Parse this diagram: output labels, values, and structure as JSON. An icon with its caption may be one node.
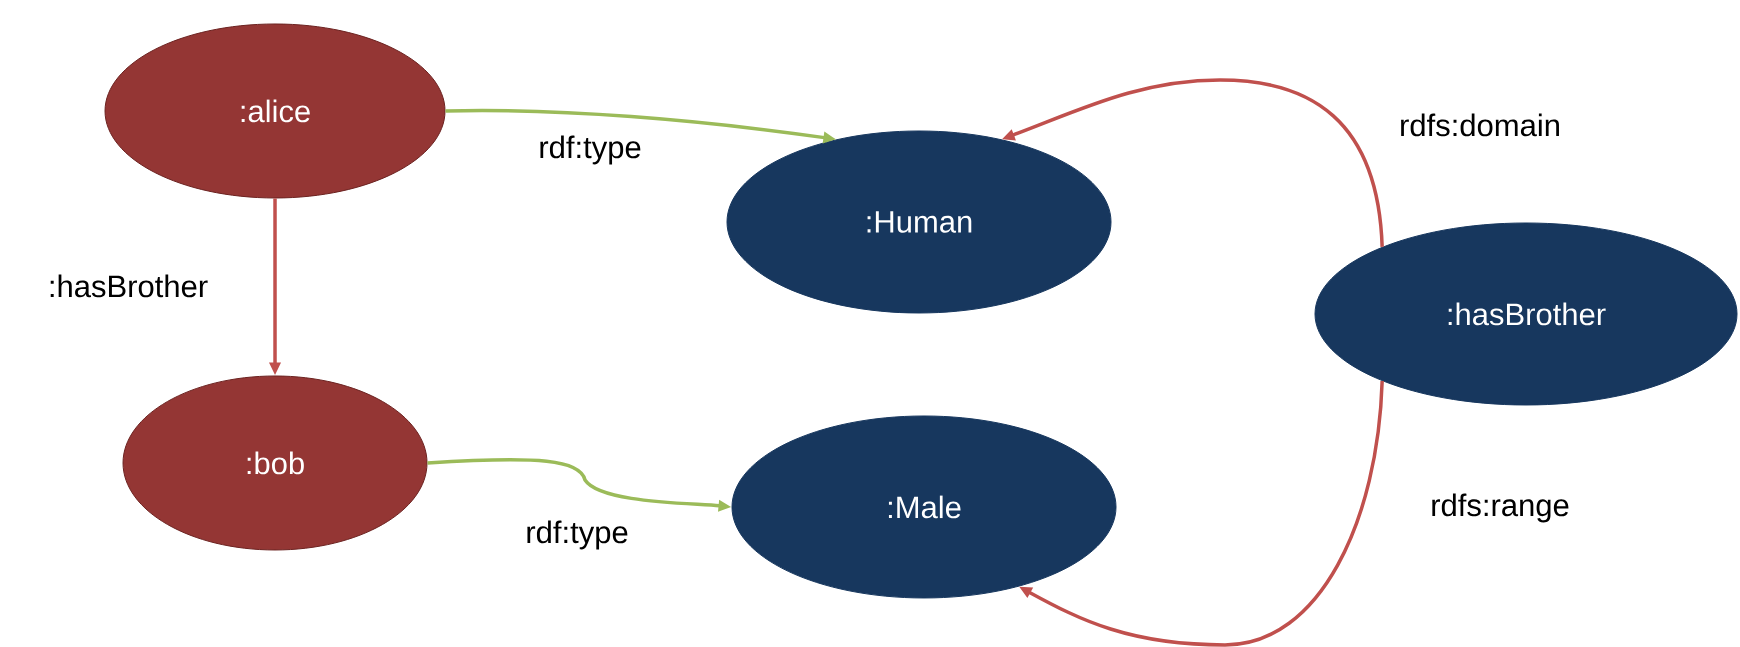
{
  "diagram": {
    "nodes": [
      {
        "text": [
          ":alice"
        ]
      },
      {
        "text": [
          ":Human"
        ]
      },
      {
        "text": [
          ":hasBrother"
        ]
      },
      {
        "text": [
          ":bob"
        ]
      },
      {
        "text": [
          ":Male"
        ]
      }
    ],
    "edges": [
      {
        "from": 0,
        "to": 1,
        "arrow": "to",
        "label": "rdf:type",
        "color": "#9bbb59"
      },
      {
        "from": 0,
        "to": 3,
        "arrow": "to",
        "label": ":hasBrother"
      },
      {
        "from": 3,
        "to": 4,
        "arrow": "to",
        "label": "rdf:type",
        "color": "#9bbb59"
      },
      {
        "from": 2,
        "to": 1,
        "arrow": "to",
        "label": "rdfs:domain"
      },
      {
        "from": 2,
        "to": 4,
        "arrow": "to",
        "label": "rdfs:range"
      }
    ]
  }
}
